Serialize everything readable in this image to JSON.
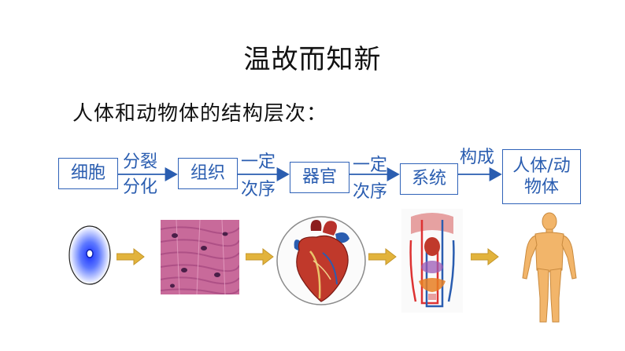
{
  "title": "温故而知新",
  "subtitle": "人体和动物体的结构层次：",
  "flow": {
    "stages": [
      "细胞",
      "组织",
      "器官",
      "系统",
      "人体/动物体"
    ],
    "transitions": [
      {
        "top": "分裂",
        "bottom": "分化"
      },
      {
        "top": "一定",
        "bottom": "次序"
      },
      {
        "top": "一定",
        "bottom": "次序"
      },
      {
        "top": "构成",
        "bottom": ""
      }
    ]
  },
  "colors": {
    "accent": "#2a5db0",
    "arrow": "#e2b33c"
  },
  "images": [
    "cell-image",
    "tissue-image",
    "heart-image",
    "circulatory-system-image",
    "human-body-image"
  ]
}
